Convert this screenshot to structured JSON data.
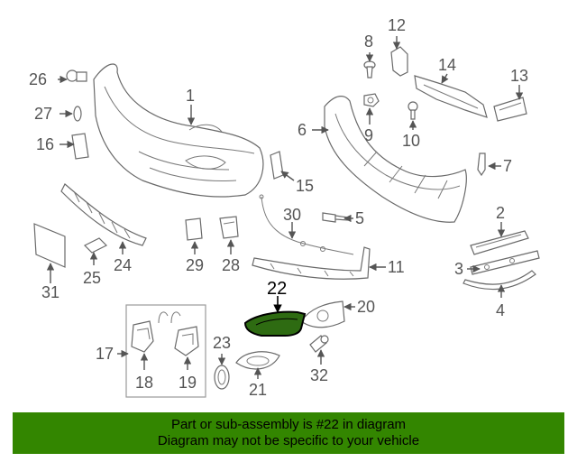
{
  "callouts": {
    "c1": "1",
    "c2": "2",
    "c3": "3",
    "c4": "4",
    "c5": "5",
    "c6": "6",
    "c7": "7",
    "c8": "8",
    "c9": "9",
    "c10": "10",
    "c11": "11",
    "c12": "12",
    "c13": "13",
    "c14": "14",
    "c15": "15",
    "c16": "16",
    "c17": "17",
    "c18": "18",
    "c19": "19",
    "c20": "20",
    "c21": "21",
    "c22": "22",
    "c23": "23",
    "c24": "24",
    "c25": "25",
    "c26": "26",
    "c27": "27",
    "c28": "28",
    "c29": "29",
    "c30": "30",
    "c31": "31",
    "c32": "32"
  },
  "highlight": {
    "part_number": "22",
    "color": "#2e6b12"
  },
  "banner": {
    "line1": "Part or sub-assembly is #22 in diagram",
    "line2": "Diagram may not be specific to your vehicle",
    "color": "#338600"
  }
}
